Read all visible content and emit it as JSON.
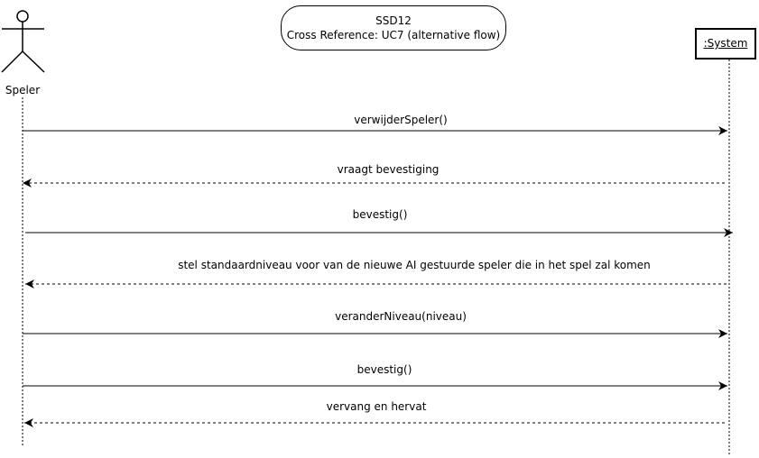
{
  "title": {
    "line1": "SSD12",
    "line2": "Cross Reference: UC7 (alternative flow)"
  },
  "actor": {
    "name": "Speler"
  },
  "system": {
    "name": ":System"
  },
  "messages": [
    {
      "label": "verwijderSpeler()",
      "direction": "to-system",
      "style": "solid"
    },
    {
      "label": "vraagt bevestiging",
      "direction": "to-actor",
      "style": "dashed"
    },
    {
      "label": "bevestig()",
      "direction": "to-system",
      "style": "solid"
    },
    {
      "label": "stel standaardniveau voor van de nieuwe AI gestuurde speler die in het spel zal komen",
      "direction": "to-actor",
      "style": "dashed"
    },
    {
      "label": "veranderNiveau(niveau)",
      "direction": "to-system",
      "style": "solid"
    },
    {
      "label": "bevestig()",
      "direction": "to-system",
      "style": "solid"
    },
    {
      "label": "vervang en hervat",
      "direction": "to-actor",
      "style": "dashed"
    }
  ]
}
